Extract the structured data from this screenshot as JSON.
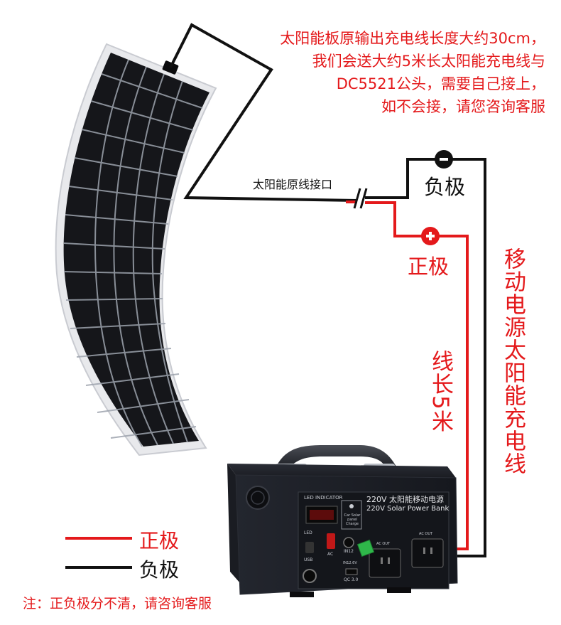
{
  "note_lines": [
    "太阳能板原输出充电线长度大约30cm，",
    "我们会送大约5米长太阳能充电线与",
    "DC5521公头，需要自己接上，",
    "如不会接，请您咨询客服"
  ],
  "wire_label": "太阳能原线接口",
  "negative": {
    "symbol": "−",
    "label": "负极"
  },
  "positive": {
    "symbol": "+",
    "label": "正极"
  },
  "cable_length": "线长5米",
  "cable_name": "移动电源太阳能充电线",
  "legend": [
    {
      "label": "正极",
      "color": "#e4191b"
    },
    {
      "label": "负极",
      "color": "#111111"
    }
  ],
  "footnote": "注：正负极分不清，请咨询客服",
  "device": {
    "led_indicator": "LED INDICATOR",
    "title_cn": "220V 太阳能移动电源",
    "title_en": "220V Solar Power Bank",
    "mode_label": "Car Solar panel Charge",
    "led_label": "LED",
    "ac_label": "AC",
    "usb_label": "USB",
    "in12_label": "IN12",
    "in12v_label": "IN12.6V",
    "qc_label": "QC 3.0",
    "ac_out_1": "AC OUT",
    "ac_out_2": "AC OUT"
  },
  "colors": {
    "red": "#e4191b",
    "black": "#111111",
    "panel": "#15161a",
    "device": "#1d2029"
  }
}
